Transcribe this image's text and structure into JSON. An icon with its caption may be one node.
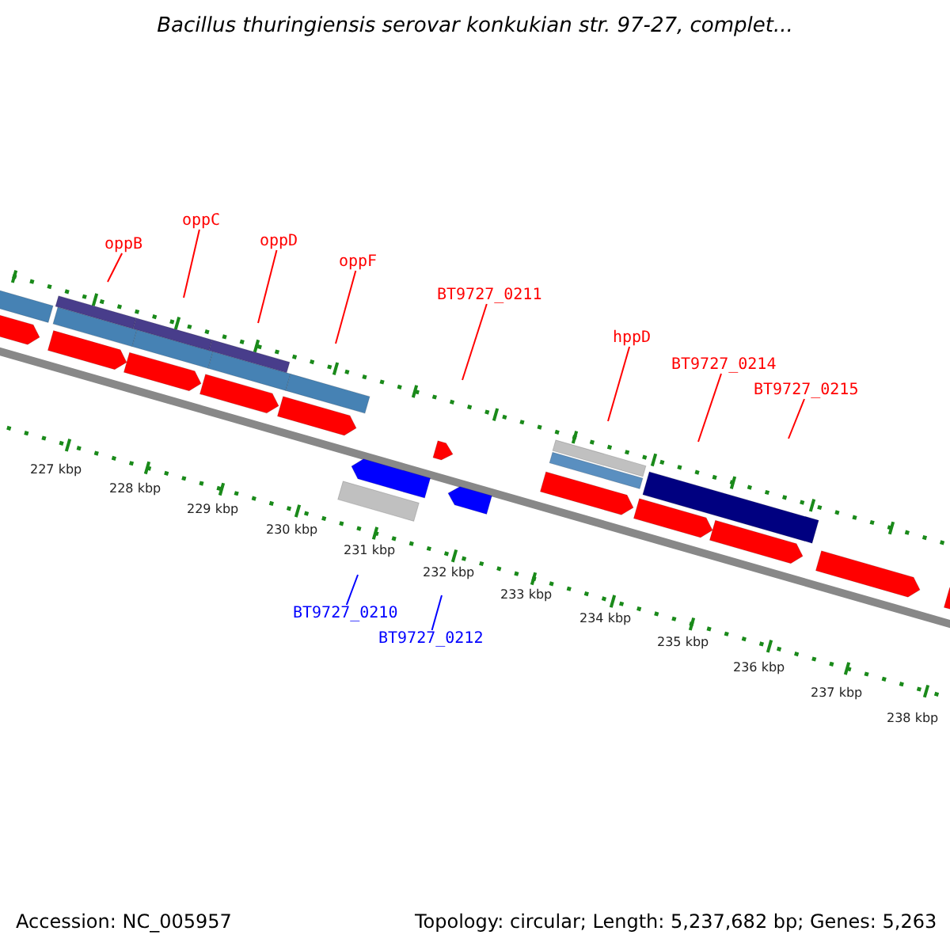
{
  "diagram": {
    "title": "Bacillus thuringiensis serovar konkukian str. 97-27, complet...",
    "nodes": [
      {
        "text": [
          "oppB"
        ]
      },
      {
        "text": [
          "oppC"
        ]
      },
      {
        "text": [
          "oppD"
        ]
      },
      {
        "text": [
          "oppF"
        ]
      },
      {
        "text": [
          "BT9727_0211"
        ]
      },
      {
        "text": [
          "hppD"
        ]
      },
      {
        "text": [
          "BT9727_0214"
        ]
      },
      {
        "text": [
          "BT9727_0215"
        ]
      },
      {
        "text": [
          "BT9727_0210"
        ]
      },
      {
        "text": [
          "BT9727_0212"
        ]
      }
    ],
    "edges": [
      {
        "from": 0,
        "to": null,
        "arrow": "none"
      },
      {
        "from": 1,
        "to": null,
        "arrow": "none"
      },
      {
        "from": 2,
        "to": null,
        "arrow": "none"
      },
      {
        "from": 3,
        "to": null,
        "arrow": "none"
      },
      {
        "from": 4,
        "to": null,
        "arrow": "none"
      },
      {
        "from": 5,
        "to": null,
        "arrow": "none"
      },
      {
        "from": 6,
        "to": null,
        "arrow": "none"
      },
      {
        "from": 7,
        "to": null,
        "arrow": "none"
      },
      {
        "from": 8,
        "to": null,
        "arrow": "none",
        "color": "#0000ff"
      },
      {
        "from": 9,
        "to": null,
        "arrow": "none",
        "color": "#0000ff"
      }
    ],
    "labels": [
      "227 kbp",
      "228 kbp",
      "229 kbp",
      "230 kbp",
      "231 kbp",
      "232 kbp",
      "233 kbp",
      "234 kbp",
      "235 kbp",
      "236 kbp",
      "237 kbp",
      "238 kbp",
      "Accession: NC_005957",
      "Topology: circular; Length: 5,237,682 bp; Genes: 5,263"
    ]
  }
}
